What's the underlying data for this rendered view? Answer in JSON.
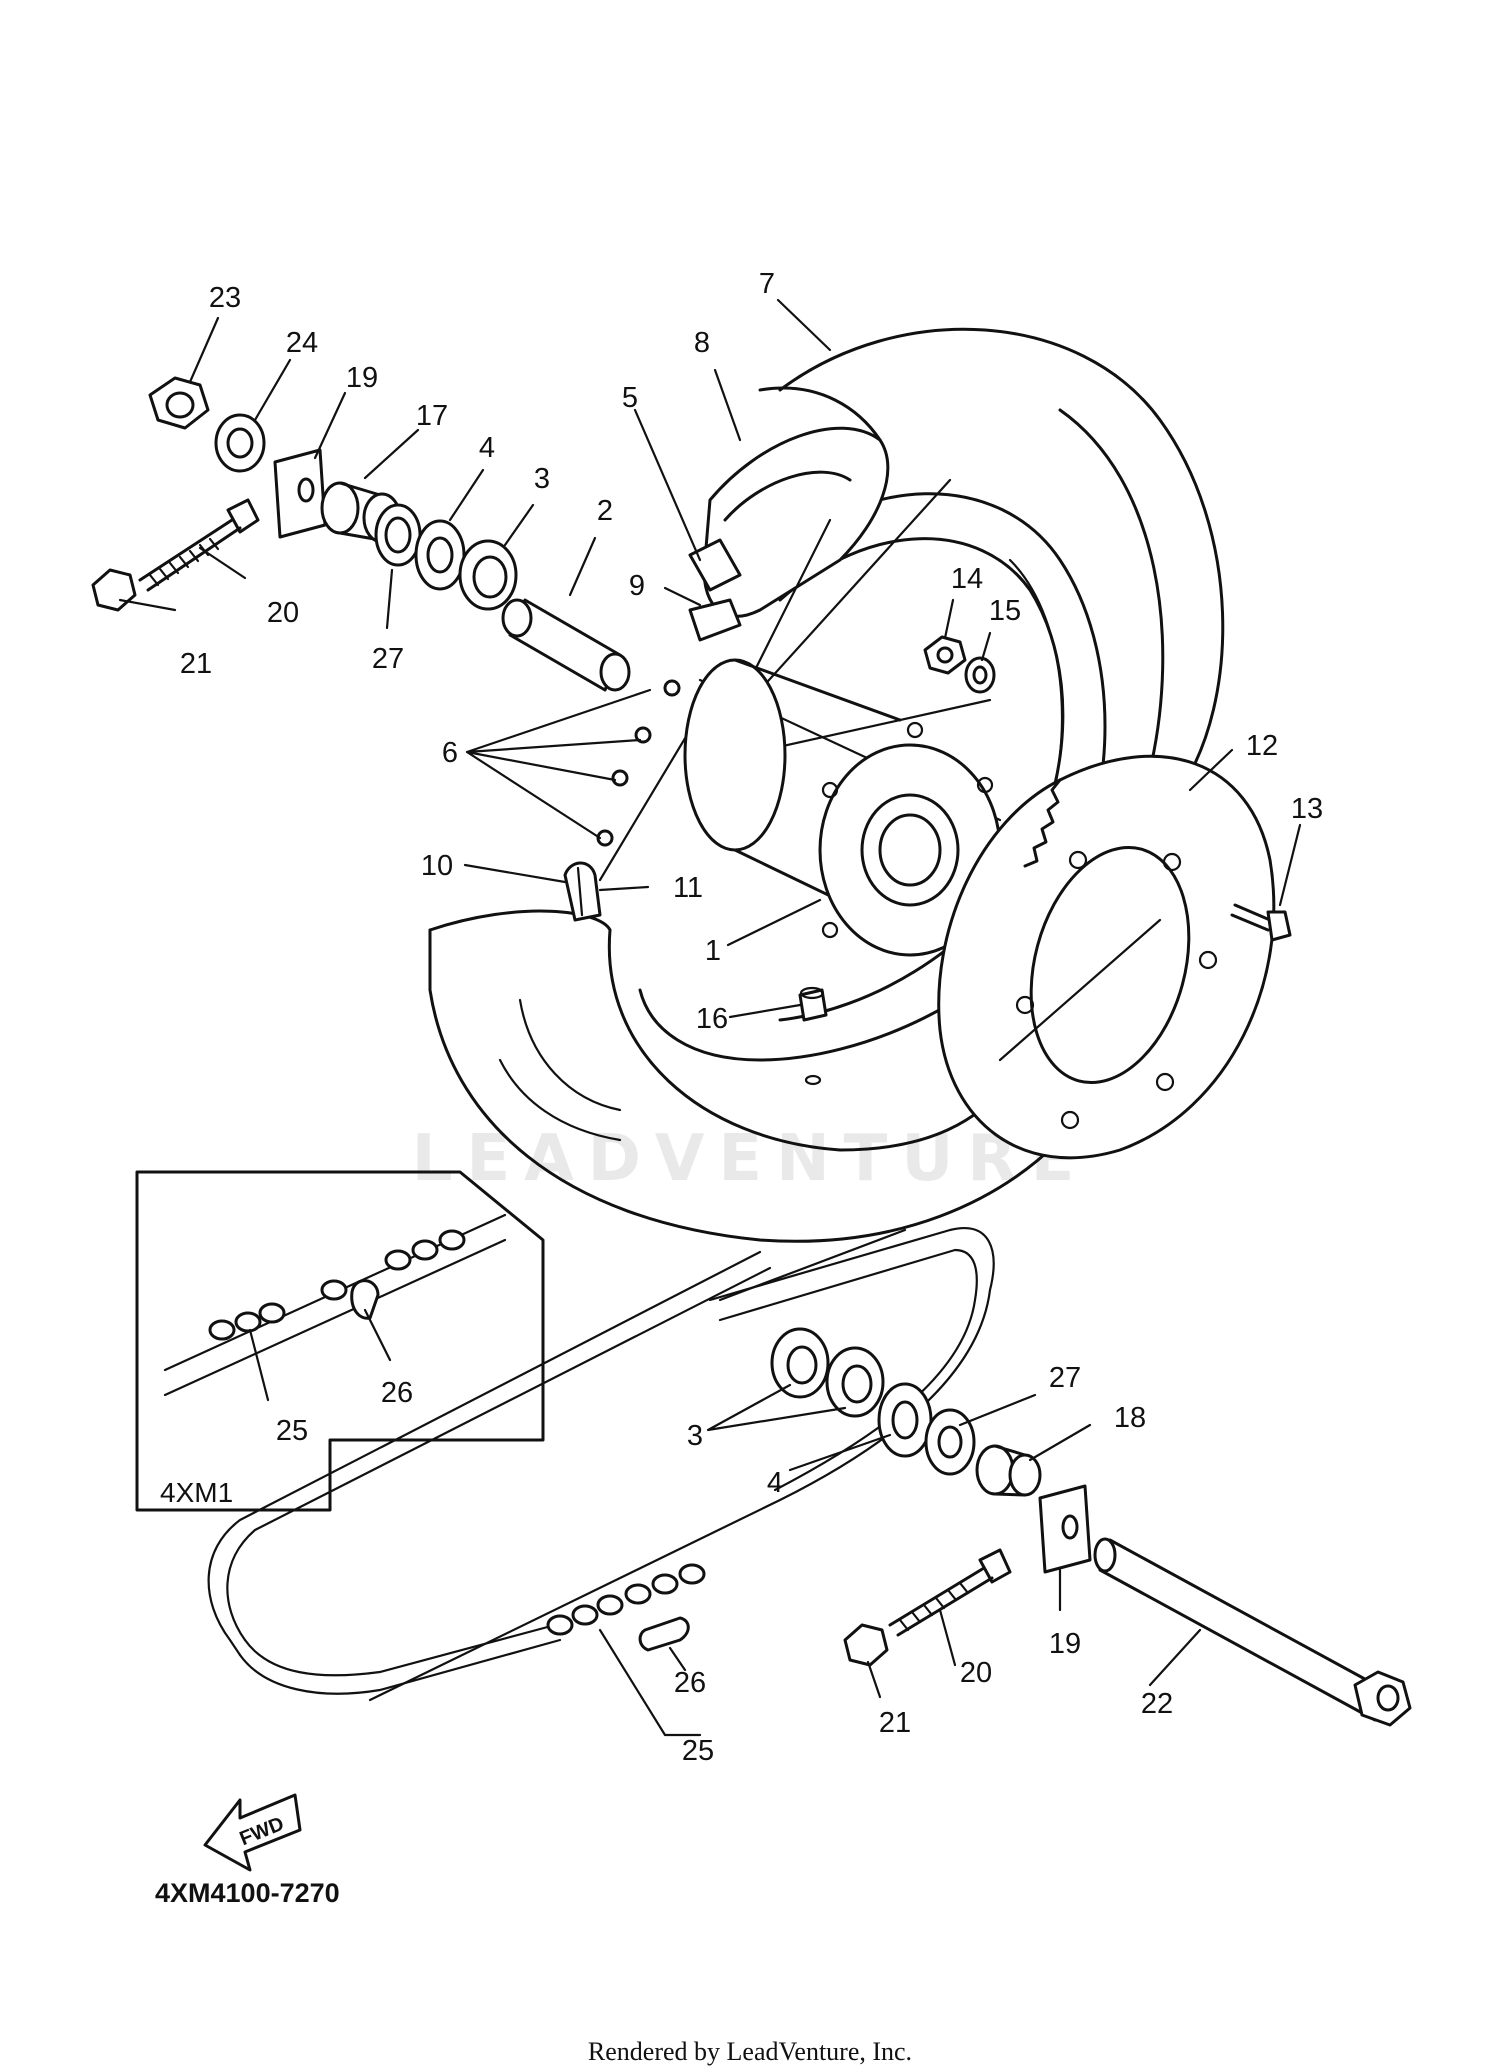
{
  "diagram": {
    "part_code": "4XM4100-7270",
    "inset_label": "4XM1",
    "fwd_label": "FWD",
    "footer": "Rendered by LeadVenture, Inc.",
    "watermark": "LEADVENTURE"
  },
  "callouts": [
    {
      "id": "c1",
      "text": "1"
    },
    {
      "id": "c2",
      "text": "2"
    },
    {
      "id": "c3a",
      "text": "3"
    },
    {
      "id": "c3b",
      "text": "3"
    },
    {
      "id": "c4a",
      "text": "4"
    },
    {
      "id": "c4b",
      "text": "4"
    },
    {
      "id": "c5",
      "text": "5"
    },
    {
      "id": "c6",
      "text": "6"
    },
    {
      "id": "c7",
      "text": "7"
    },
    {
      "id": "c8",
      "text": "8"
    },
    {
      "id": "c9",
      "text": "9"
    },
    {
      "id": "c10",
      "text": "10"
    },
    {
      "id": "c11",
      "text": "11"
    },
    {
      "id": "c12",
      "text": "12"
    },
    {
      "id": "c13",
      "text": "13"
    },
    {
      "id": "c14",
      "text": "14"
    },
    {
      "id": "c15",
      "text": "15"
    },
    {
      "id": "c16",
      "text": "16"
    },
    {
      "id": "c17",
      "text": "17"
    },
    {
      "id": "c18",
      "text": "18"
    },
    {
      "id": "c19a",
      "text": "19"
    },
    {
      "id": "c19b",
      "text": "19"
    },
    {
      "id": "c20a",
      "text": "20"
    },
    {
      "id": "c20b",
      "text": "20"
    },
    {
      "id": "c21a",
      "text": "21"
    },
    {
      "id": "c21b",
      "text": "21"
    },
    {
      "id": "c22",
      "text": "22"
    },
    {
      "id": "c23",
      "text": "23"
    },
    {
      "id": "c24",
      "text": "24"
    },
    {
      "id": "c25a",
      "text": "25"
    },
    {
      "id": "c25b",
      "text": "25"
    },
    {
      "id": "c26a",
      "text": "26"
    },
    {
      "id": "c26b",
      "text": "26"
    },
    {
      "id": "c27a",
      "text": "27"
    },
    {
      "id": "c27b",
      "text": "27"
    }
  ]
}
